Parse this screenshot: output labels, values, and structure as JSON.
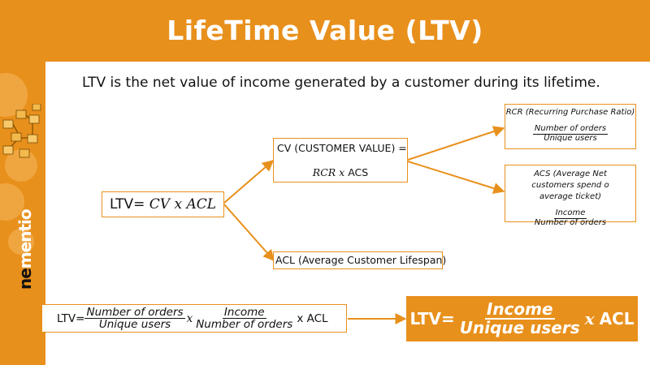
{
  "title": "LifeTime Value (LTV)",
  "brand": {
    "ne": "ne",
    "rest": "mentio"
  },
  "intro": "LTV is the net value of income generated by a customer during its lifetime.",
  "ltv_box": {
    "prefix": "LTV=",
    "formula": "CV x ACL"
  },
  "cv_box": {
    "line1": "CV (CUSTOMER VALUE) =",
    "formula": "RCR x",
    "suffix": "ACS"
  },
  "acl_box": {
    "label": "ACL (Average Customer Lifespan)"
  },
  "rcr_box": {
    "title": "RCR (Recurring Purchase Ratio)",
    "numerator": "Number of orders",
    "denominator": "Unique users"
  },
  "acs_box": {
    "title": "ACS (Average Net customers spend o average ticket)",
    "numerator": "Income",
    "denominator": "Number of orders"
  },
  "formula_box": {
    "prefix": "LTV=",
    "num1": "Number of orders",
    "den1": "Unique users",
    "op": "x",
    "num2": "Income",
    "den2": "Number of orders",
    "suffix": "x ACL"
  },
  "final_box": {
    "prefix": "LTV=",
    "numerator": "Income",
    "denominator": "Unique users",
    "op": "x",
    "suffix": "ACL"
  },
  "colors": {
    "accent": "#e8901c",
    "text": "#111111",
    "background": "#ffffff"
  },
  "icons": [
    "boxes-cluster-icon",
    "arrow-icon"
  ]
}
